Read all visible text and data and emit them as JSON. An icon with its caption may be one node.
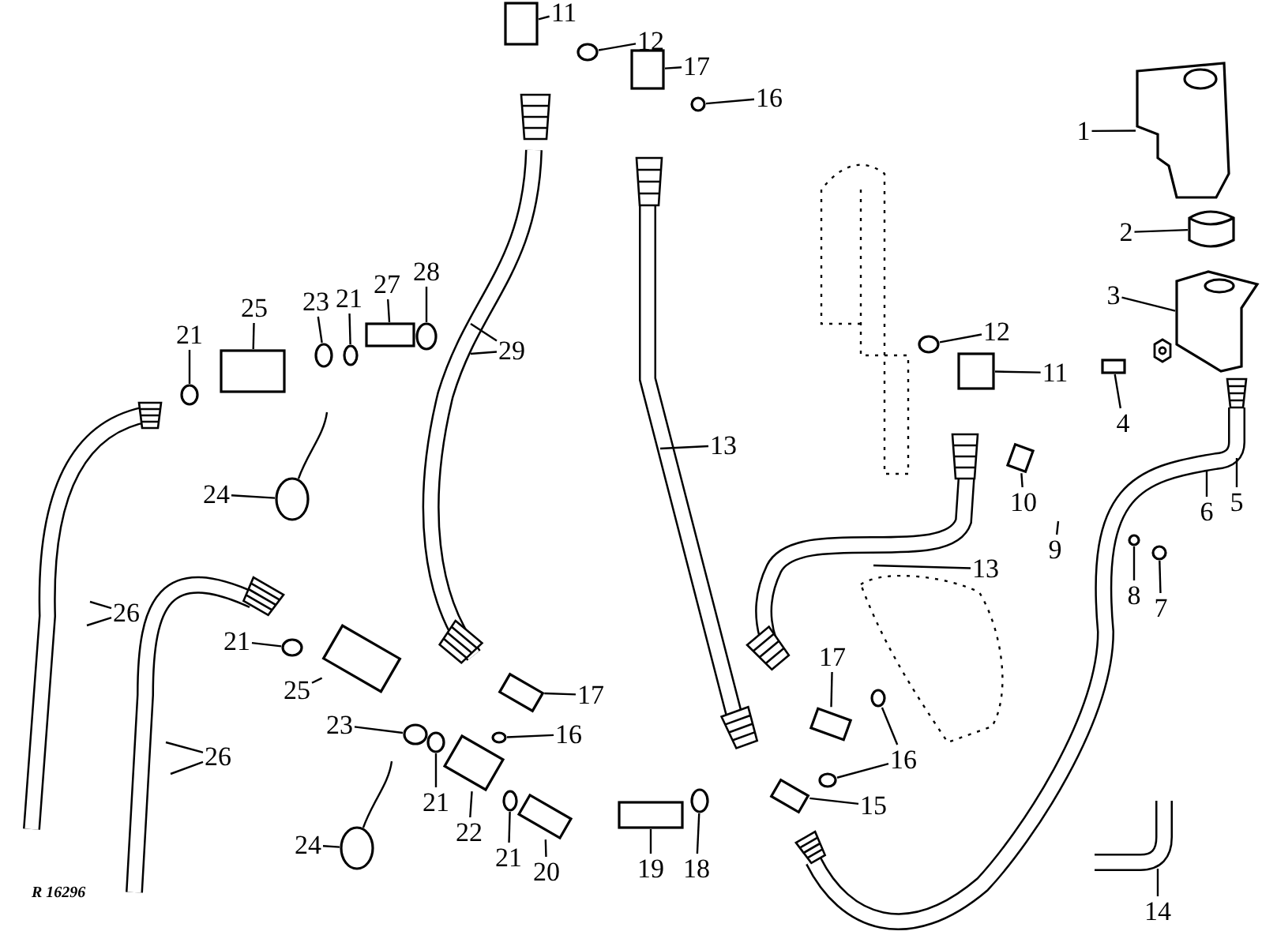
{
  "diagram": {
    "nodes": [
      {
        "text": [
          "11"
        ]
      },
      {
        "text": [
          "12"
        ]
      },
      {
        "text": [
          "17"
        ]
      },
      {
        "text": [
          "16"
        ]
      },
      {
        "text": [
          "1"
        ]
      },
      {
        "text": [
          "2"
        ]
      },
      {
        "text": [
          "3"
        ]
      },
      {
        "text": [
          "28"
        ]
      },
      {
        "text": [
          "27"
        ]
      },
      {
        "text": [
          "21"
        ]
      },
      {
        "text": [
          "23"
        ]
      },
      {
        "text": [
          "25"
        ]
      },
      {
        "text": [
          "12"
        ]
      },
      {
        "text": [
          "21"
        ]
      },
      {
        "text": [
          "29"
        ]
      },
      {
        "text": [
          "11"
        ]
      },
      {
        "text": [
          "4"
        ]
      },
      {
        "text": [
          "13"
        ]
      },
      {
        "text": [
          "24"
        ]
      },
      {
        "text": [
          "10"
        ]
      },
      {
        "text": [
          "5"
        ]
      },
      {
        "text": [
          "6"
        ]
      },
      {
        "text": [
          "9"
        ]
      },
      {
        "text": [
          "13"
        ]
      },
      {
        "text": [
          "8"
        ]
      },
      {
        "text": [
          "7"
        ]
      },
      {
        "text": [
          "26"
        ]
      },
      {
        "text": [
          "21"
        ]
      },
      {
        "text": [
          "17"
        ]
      },
      {
        "text": [
          "25"
        ]
      },
      {
        "text": [
          "17"
        ]
      },
      {
        "text": [
          "23"
        ]
      },
      {
        "text": [
          "16"
        ]
      },
      {
        "text": [
          "26"
        ]
      },
      {
        "text": [
          "16"
        ]
      },
      {
        "text": [
          "21"
        ]
      },
      {
        "text": [
          "15"
        ]
      },
      {
        "text": [
          "22"
        ]
      },
      {
        "text": [
          "24"
        ]
      },
      {
        "text": [
          "21"
        ]
      },
      {
        "text": [
          "19"
        ]
      },
      {
        "text": [
          "18"
        ]
      },
      {
        "text": [
          "20"
        ]
      },
      {
        "text": [
          "14"
        ]
      },
      {
        "text": [],
        "shape": "box"
      },
      {
        "text": [],
        "shape": "circle"
      },
      {
        "text": [],
        "shape": "box"
      },
      {
        "text": [],
        "shape": "circle"
      },
      {
        "text": [],
        "shape": "box"
      },
      {
        "text": [],
        "shape": "circle"
      },
      {
        "text": [],
        "shape": "circle"
      },
      {
        "text": [],
        "shape": "circle"
      },
      {
        "text": [],
        "shape": "box"
      },
      {
        "text": [],
        "shape": "circle"
      },
      {
        "text": [],
        "shape": "circle"
      },
      {
        "text": [],
        "shape": "box"
      },
      {
        "text": [],
        "shape": "box"
      },
      {
        "text": [],
        "shape": "circle"
      },
      {
        "text": [],
        "shape": "box"
      },
      {
        "text": [],
        "shape": "circle"
      },
      {
        "text": [],
        "shape": "circle"
      },
      {
        "text": [],
        "shape": "circle"
      },
      {
        "text": [],
        "shape": "box"
      },
      {
        "text": [],
        "shape": "box"
      },
      {
        "text": [],
        "shape": "box"
      },
      {
        "text": [],
        "shape": "circle"
      },
      {
        "text": [],
        "shape": "circle"
      },
      {
        "text": [],
        "shape": "circle"
      },
      {
        "text": [],
        "shape": "circle"
      },
      {
        "text": [],
        "shape": "circle"
      },
      {
        "text": [],
        "shape": "box"
      },
      {
        "text": [],
        "shape": "box"
      },
      {
        "text": [],
        "shape": "circle"
      },
      {
        "text": [],
        "shape": "circle"
      },
      {
        "text": [],
        "shape": "box"
      },
      {
        "text": [],
        "shape": "circle"
      },
      {
        "text": [],
        "shape": "box"
      },
      {
        "text": [],
        "shape": "picture"
      },
      {
        "text": [],
        "shape": "picture"
      },
      {
        "text": [],
        "shape": "picture"
      }
    ],
    "edges": [
      {
        "from": 0,
        "to": 44,
        "arrow": "none"
      },
      {
        "from": 1,
        "to": 45,
        "arrow": "none"
      },
      {
        "from": 2,
        "to": 46,
        "arrow": "none"
      },
      {
        "from": 3,
        "to": 47,
        "arrow": "none"
      },
      {
        "from": 4,
        "to": 77,
        "arrow": "none"
      },
      {
        "from": 5,
        "to": 78,
        "arrow": "none"
      },
      {
        "from": 6,
        "to": 79,
        "arrow": "none"
      },
      {
        "from": 7,
        "to": 49,
        "arrow": "none"
      },
      {
        "from": 8,
        "to": 48,
        "arrow": "none"
      },
      {
        "from": 9,
        "to": 50,
        "arrow": "none"
      },
      {
        "from": 10,
        "to": 51,
        "arrow": "none"
      },
      {
        "from": 11,
        "to": 52,
        "arrow": "none"
      },
      {
        "from": 12,
        "to": 54,
        "arrow": "none"
      },
      {
        "from": 13,
        "to": 53,
        "arrow": "none"
      },
      {
        "from": 14,
        "to": null,
        "arrow": "none"
      },
      {
        "from": 14,
        "to": null,
        "arrow": "none"
      },
      {
        "from": 15,
        "to": 55,
        "arrow": "none"
      },
      {
        "from": 16,
        "to": 56,
        "arrow": "none"
      },
      {
        "from": 17,
        "to": null,
        "arrow": "none"
      },
      {
        "from": 18,
        "to": 57,
        "arrow": "none"
      },
      {
        "from": 19,
        "to": 58,
        "arrow": "none"
      },
      {
        "from": 20,
        "to": null,
        "arrow": "none"
      },
      {
        "from": 21,
        "to": null,
        "arrow": "none"
      },
      {
        "from": 22,
        "to": null,
        "arrow": "none"
      },
      {
        "from": 23,
        "to": null,
        "arrow": "none"
      },
      {
        "from": 24,
        "to": 59,
        "arrow": "none"
      },
      {
        "from": 25,
        "to": 60,
        "arrow": "none"
      },
      {
        "from": 26,
        "to": null,
        "arrow": "none"
      },
      {
        "from": 26,
        "to": null,
        "arrow": "none"
      },
      {
        "from": 27,
        "to": 61,
        "arrow": "none"
      },
      {
        "from": 28,
        "to": 63,
        "arrow": "none"
      },
      {
        "from": 29,
        "to": 62,
        "arrow": "none"
      },
      {
        "from": 30,
        "to": 64,
        "arrow": "none"
      },
      {
        "from": 31,
        "to": 65,
        "arrow": "none"
      },
      {
        "from": 32,
        "to": 66,
        "arrow": "none"
      },
      {
        "from": 33,
        "to": null,
        "arrow": "none"
      },
      {
        "from": 33,
        "to": null,
        "arrow": "none"
      },
      {
        "from": 34,
        "to": 67,
        "arrow": "none"
      },
      {
        "from": 34,
        "to": 68,
        "arrow": "none"
      },
      {
        "from": 35,
        "to": 69,
        "arrow": "none"
      },
      {
        "from": 36,
        "to": 70,
        "arrow": "none"
      },
      {
        "from": 37,
        "to": 71,
        "arrow": "none"
      },
      {
        "from": 38,
        "to": 72,
        "arrow": "none"
      },
      {
        "from": 39,
        "to": 73,
        "arrow": "none"
      },
      {
        "from": 40,
        "to": 74,
        "arrow": "none"
      },
      {
        "from": 41,
        "to": 75,
        "arrow": "none"
      },
      {
        "from": 42,
        "to": 76,
        "arrow": "none"
      },
      {
        "from": 43,
        "to": null,
        "arrow": "none"
      }
    ],
    "labels": [
      "R 16296"
    ]
  }
}
